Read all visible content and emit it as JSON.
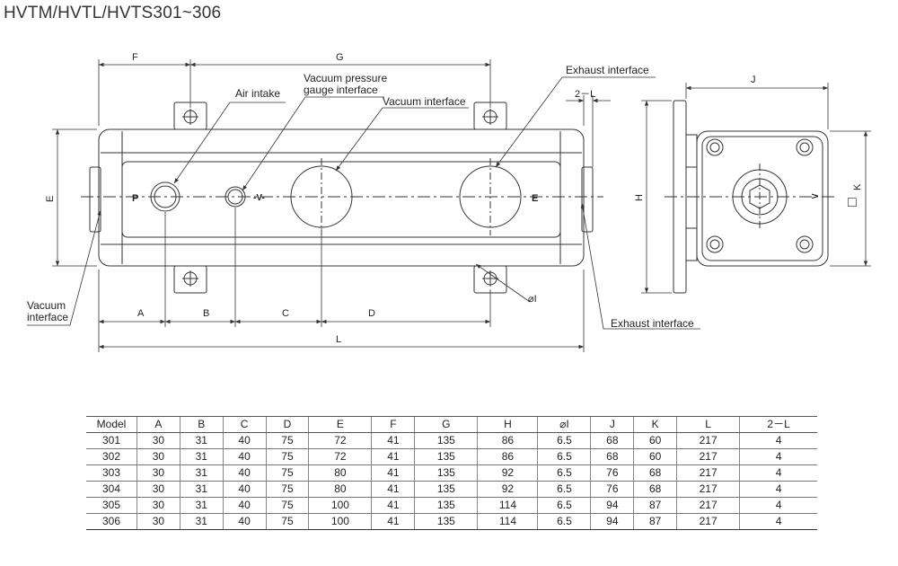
{
  "title": "HVTM/HVTL/HVTS301~306",
  "callouts": {
    "air_intake": "Air intake",
    "vacuum_pressure_gauge": [
      "Vacuum pressure",
      "gauge interface"
    ],
    "vacuum_interface_top": "Vacuum interface",
    "exhaust_interface_top": "Exhaust interface",
    "vacuum_interface_left": [
      "Vacuum",
      "interface"
    ],
    "exhaust_interface_bottom": "Exhaust interface"
  },
  "dimension_labels": {
    "F": "F",
    "G": "G",
    "A": "A",
    "B": "B",
    "C": "C",
    "D": "D",
    "L": "L",
    "E": "E",
    "H": "H",
    "J": "J",
    "K": "K",
    "two_L": "2－L",
    "hole": "⌀I",
    "square": "□"
  },
  "body_marks": {
    "P": "P",
    "V": "-V-",
    "E": "E",
    "arrow": "∧"
  },
  "table": {
    "headers": [
      "Model",
      "A",
      "B",
      "C",
      "D",
      "E",
      "F",
      "G",
      "H",
      "⌀I",
      "J",
      "K",
      "L",
      "2－L"
    ],
    "rows": [
      [
        "301",
        "30",
        "31",
        "40",
        "75",
        "72",
        "41",
        "135",
        "86",
        "6.5",
        "68",
        "60",
        "217",
        "4"
      ],
      [
        "302",
        "30",
        "31",
        "40",
        "75",
        "72",
        "41",
        "135",
        "86",
        "6.5",
        "68",
        "60",
        "217",
        "4"
      ],
      [
        "303",
        "30",
        "31",
        "40",
        "75",
        "80",
        "41",
        "135",
        "92",
        "6.5",
        "76",
        "68",
        "217",
        "4"
      ],
      [
        "304",
        "30",
        "31",
        "40",
        "75",
        "80",
        "41",
        "135",
        "92",
        "6.5",
        "76",
        "68",
        "217",
        "4"
      ],
      [
        "305",
        "30",
        "31",
        "40",
        "75",
        "100",
        "41",
        "135",
        "114",
        "6.5",
        "94",
        "87",
        "217",
        "4"
      ],
      [
        "306",
        "30",
        "31",
        "40",
        "75",
        "100",
        "41",
        "135",
        "114",
        "6.5",
        "94",
        "87",
        "217",
        "4"
      ]
    ]
  },
  "colors": {
    "line": "#333333",
    "text": "#222222",
    "background": "#ffffff"
  }
}
